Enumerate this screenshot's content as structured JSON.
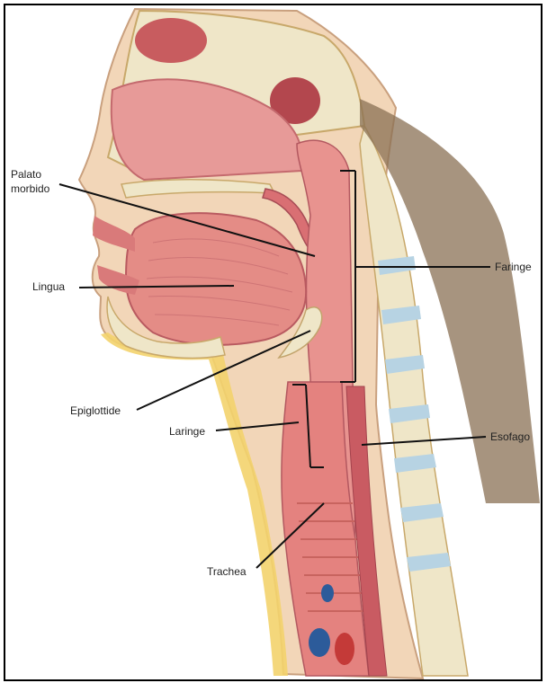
{
  "labels": {
    "palate_line1": "Palato",
    "palate_line2": "morbido",
    "tongue": "Lingua",
    "pharynx": "Faringe",
    "epiglottis": "Epiglottide",
    "larynx": "Laringe",
    "esophagus": "Esofago",
    "trachea": "Trachea"
  },
  "colors": {
    "background": "#ffffff",
    "frame": "#000000",
    "skin": "#f2d6b8",
    "muscle": "#d9777a",
    "muscle_dark": "#b9505a",
    "mucosa": "#f0a8a8",
    "bone": "#efe6c8",
    "fat": "#f3d36d",
    "disc": "#b7d3e3",
    "nerve_shadow": "#7a6248",
    "vessel_blue": "#2c5b9a",
    "vessel_red": "#c43a38",
    "leader": "#111111"
  }
}
